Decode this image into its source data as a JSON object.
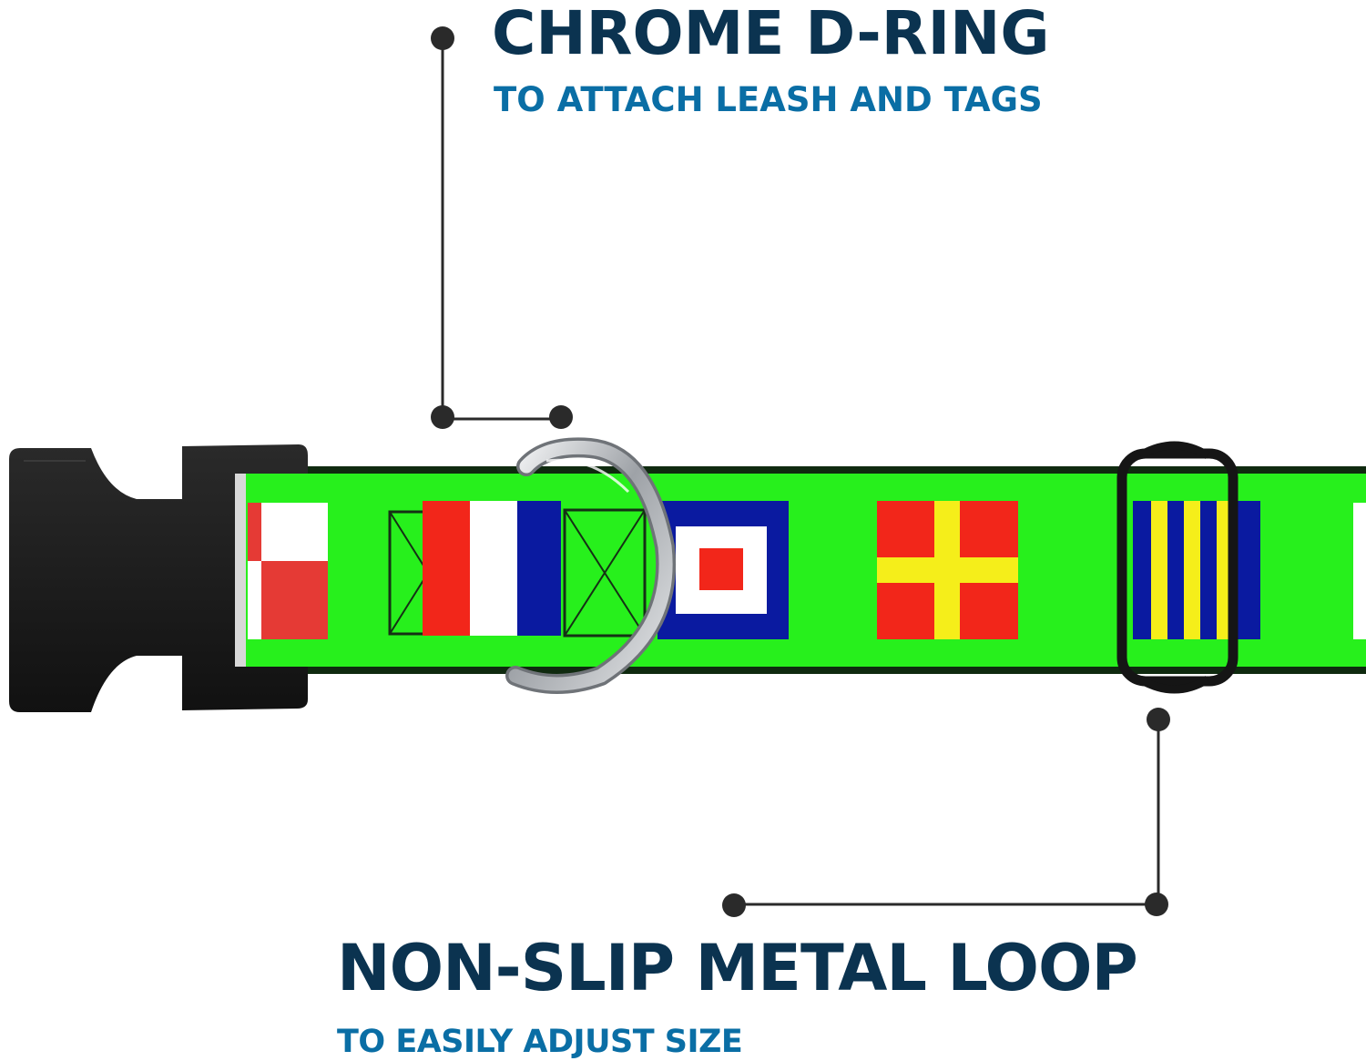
{
  "callouts": {
    "dring": {
      "title": "CHROME D-RING",
      "subtitle": "TO ATTACH LEASH AND TAGS"
    },
    "loop": {
      "title": "NON-SLIP METAL LOOP",
      "subtitle": "TO EASILY ADJUST SIZE"
    }
  },
  "colors": {
    "headline": "#0b3350",
    "subline": "#0a6ea5",
    "collar_green": "#27f01c",
    "buckle": "#1c1c1c",
    "flag_red": "#f2261a",
    "flag_blue": "#0a1aa0",
    "flag_yellow": "#f5ee1a",
    "chrome": "#b9bcc0"
  }
}
